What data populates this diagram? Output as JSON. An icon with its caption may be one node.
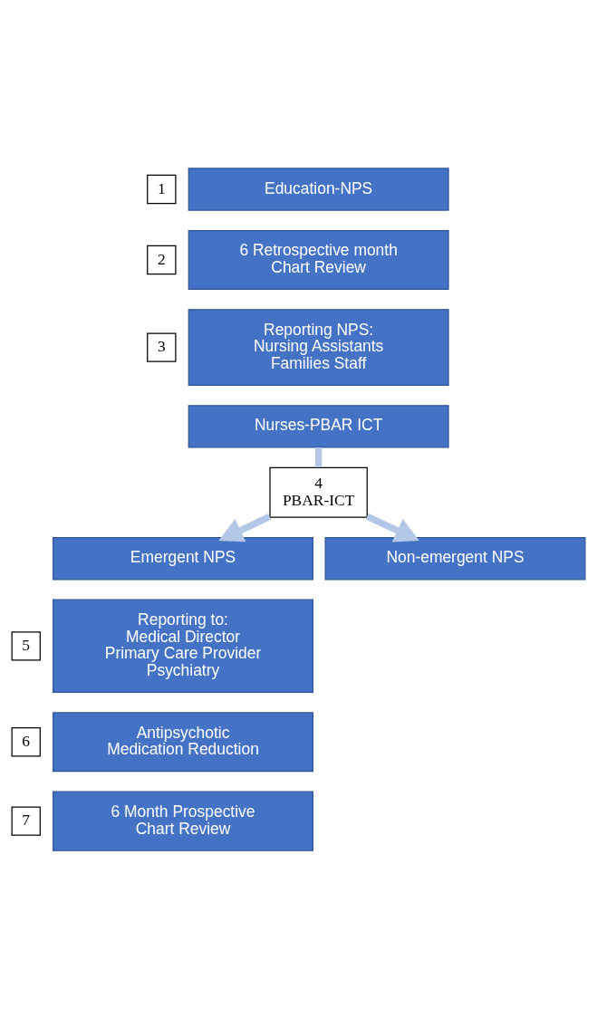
{
  "diagram": {
    "nodes": [
      {
        "text": [
          "Education-NPS"
        ],
        "beside": [
          "1"
        ]
      },
      {
        "text": [
          "6 Retrospective month Chart Review"
        ],
        "beside": [
          "2"
        ]
      },
      {
        "text": [
          "Reporting NPS:",
          "Nursing Assistants Families Staff"
        ],
        "beside": [
          "3"
        ]
      },
      {
        "text": [
          "Nurses-PBAR ICT"
        ]
      },
      {
        "text": [
          "4",
          "PBAR-ICT"
        ]
      },
      {
        "text": [
          "Emergent NPS"
        ]
      },
      {
        "text": [
          "Non-emergent NPS"
        ]
      },
      {
        "text": [
          "Reporting to:",
          "Medical Director Primary Care Provider Psychiatry"
        ],
        "beside": [
          "5"
        ]
      },
      {
        "text": [
          "Antipsychotic Medication Reduction"
        ],
        "beside": [
          "6"
        ]
      },
      {
        "text": [
          "6 Month Prospective Chart Review"
        ],
        "beside": [
          "7"
        ]
      }
    ],
    "edges": [
      {
        "from": 3,
        "to": 4,
        "arrow": "none"
      },
      {
        "from": 4,
        "to": 5,
        "arrow": "to"
      },
      {
        "from": 4,
        "to": 6,
        "arrow": "to"
      }
    ]
  }
}
